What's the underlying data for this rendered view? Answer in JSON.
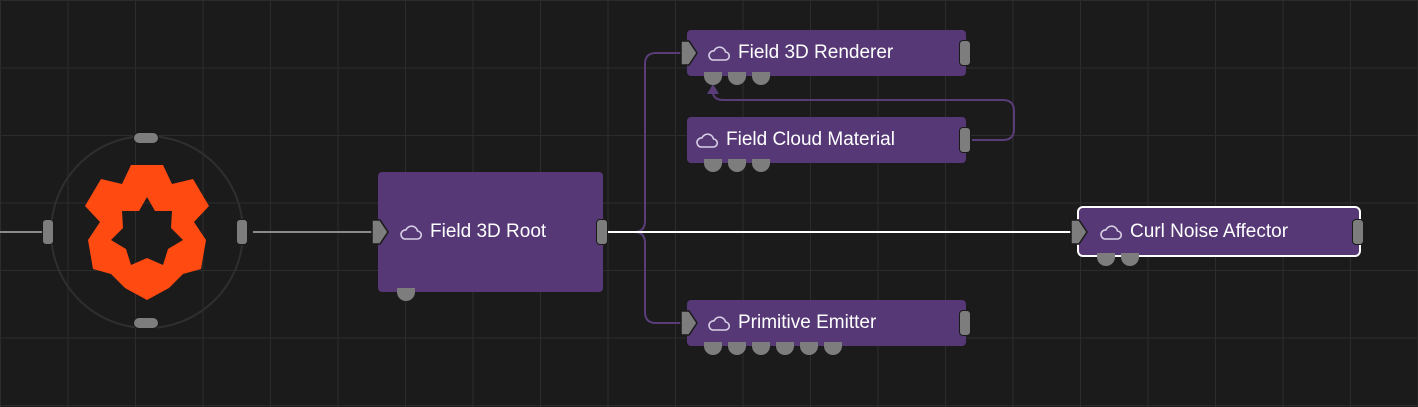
{
  "colors": {
    "canvas": "#1b1b1b",
    "grid": "#2c2c2c",
    "node": "#553875",
    "wire": "#5a3d78",
    "wire_active": "#ffffff",
    "port": "#7d7d7d",
    "logo": "#ff4a12"
  },
  "graph": {
    "root_logo": {
      "icon": "flower-logo-icon"
    },
    "nodes": [
      {
        "id": "field-3d-root",
        "label": "Field 3D Root",
        "icon": "cloud-icon",
        "sub_ports": 1
      },
      {
        "id": "field-3d-renderer",
        "label": "Field 3D Renderer",
        "icon": "cloud-icon",
        "sub_ports": 3
      },
      {
        "id": "field-cloud-material",
        "label": "Field Cloud Material",
        "icon": "cloud-icon",
        "sub_ports": 3
      },
      {
        "id": "primitive-emitter",
        "label": "Primitive Emitter",
        "icon": "cloud-icon",
        "sub_ports": 6
      },
      {
        "id": "curl-noise-affector",
        "label": "Curl Noise Affector",
        "icon": "cloud-icon",
        "sub_ports": 2,
        "selected": true
      }
    ]
  }
}
